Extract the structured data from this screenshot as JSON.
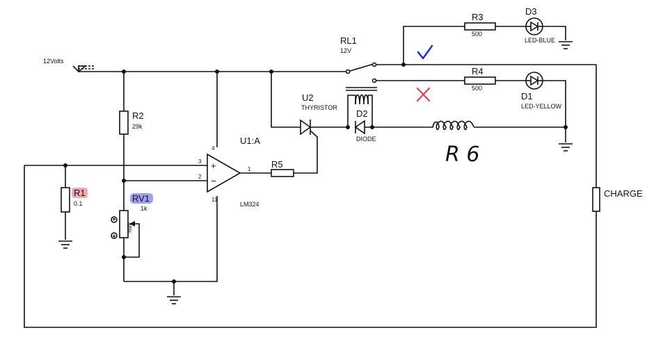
{
  "supply": {
    "label": "12Volts"
  },
  "components": {
    "r1": {
      "ref": "R1",
      "value": "0.1",
      "highlight": "#f4a8b0"
    },
    "r2": {
      "ref": "R2",
      "value": "29k"
    },
    "rv1": {
      "ref": "RV1",
      "value": "1k",
      "percent": "48%",
      "highlight": "#9fa0f0"
    },
    "u1": {
      "ref": "U1:A",
      "part": "LM324",
      "pin_plus": "+",
      "pin_minus": "−",
      "pin3": "3",
      "pin2": "2",
      "pin4": "4",
      "pin11": "11",
      "pin1": "1"
    },
    "r5": {
      "ref": "R5"
    },
    "u2": {
      "ref": "U2",
      "part": "THYRISTOR"
    },
    "d2": {
      "ref": "D2",
      "part": "DIODE"
    },
    "rl1": {
      "ref": "RL1",
      "value": "12V"
    },
    "r3": {
      "ref": "R3",
      "value": "500"
    },
    "r4": {
      "ref": "R4",
      "value": "500"
    },
    "d3": {
      "ref": "D3",
      "part": "LED-BLUE"
    },
    "d1": {
      "ref": "D1",
      "part": "LED-YELLOW"
    },
    "r6": {
      "ref": "R 6"
    },
    "charge": {
      "label": "CHARGE"
    }
  },
  "annotations": {
    "check_color": "#1a2fd6",
    "cross_color": "#e04050"
  }
}
